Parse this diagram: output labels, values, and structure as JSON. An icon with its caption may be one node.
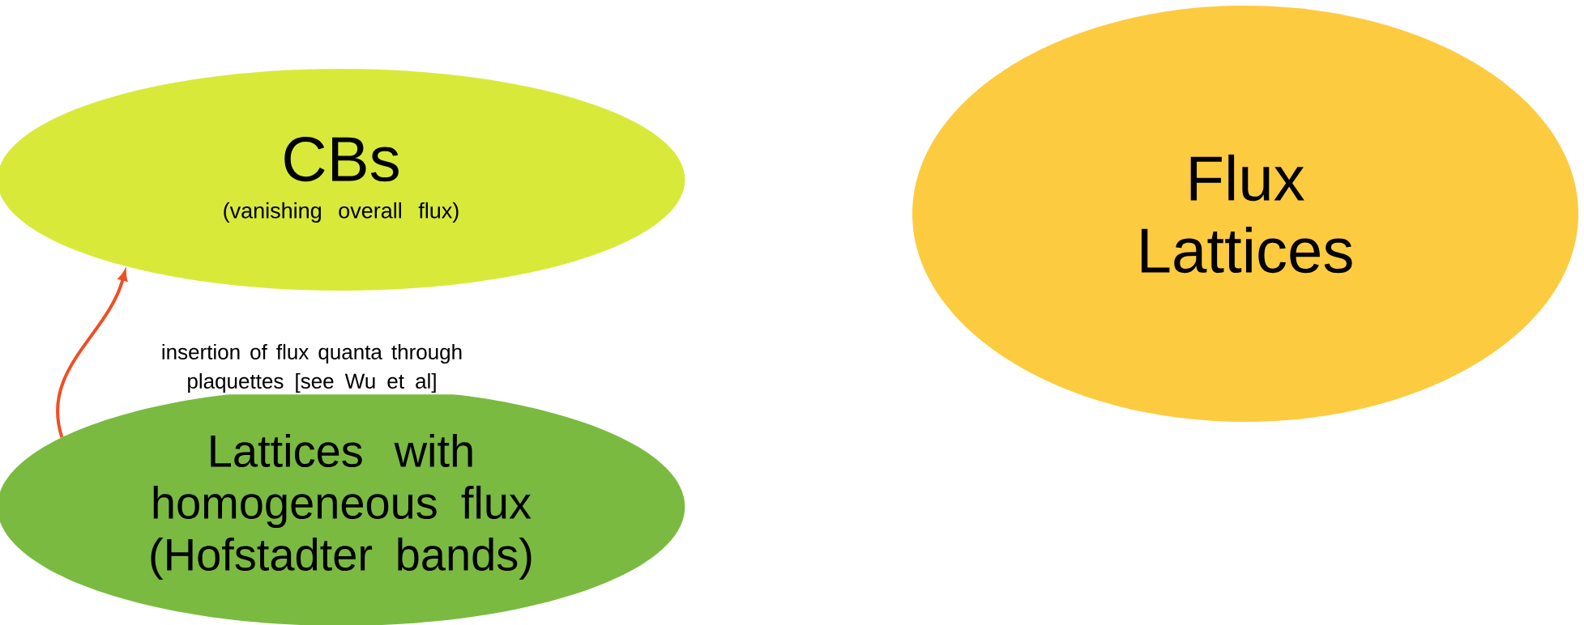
{
  "diagram": {
    "nodes": [
      {
        "text": [
          "CBs",
          "(vanishing overall flux)"
        ]
      },
      {
        "text": [
          "Flux Lattices"
        ]
      },
      {
        "text": [
          "Lattices with homogeneous flux (Hofstadter bands)"
        ]
      }
    ],
    "edges": [
      {
        "from": 2,
        "to": 0,
        "arrow": "to",
        "label": "insertion of flux quanta through plaquettes [see Wu et al]",
        "color": "#f04e23"
      }
    ]
  }
}
